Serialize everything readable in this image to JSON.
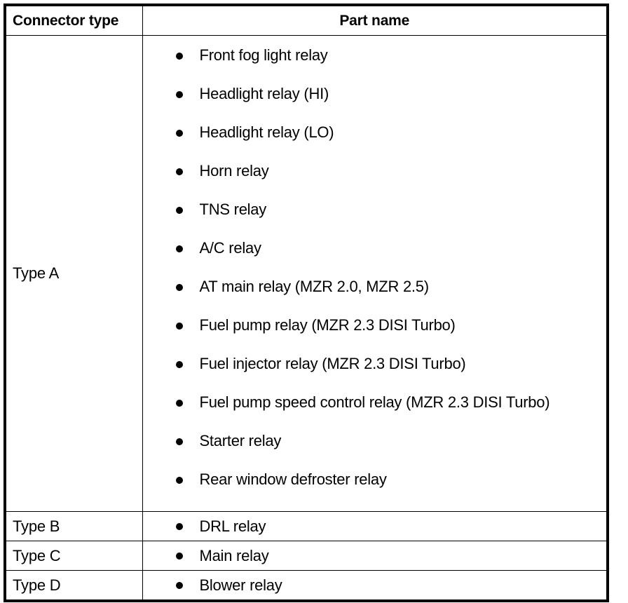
{
  "table": {
    "columns": [
      {
        "key": "connector_type",
        "header": "Connector type",
        "align": "left"
      },
      {
        "key": "part_name",
        "header": "Part name",
        "align": "center"
      }
    ],
    "bullet_glyph": "filled-round-bullet",
    "colors": {
      "text": "#000000",
      "background": "#ffffff",
      "border": "#000000"
    },
    "rows": [
      {
        "connector_type": "Type A",
        "parts": [
          "Front fog light relay",
          "Headlight relay (HI)",
          "Headlight relay (LO)",
          "Horn relay",
          "TNS relay",
          "A/C relay",
          "AT main relay (MZR 2.0, MZR 2.5)",
          "Fuel pump relay (MZR 2.3 DISI Turbo)",
          "Fuel injector relay (MZR 2.3 DISI Turbo)",
          "Fuel pump speed control relay (MZR 2.3 DISI Turbo)",
          "Starter relay",
          "Rear window defroster relay"
        ]
      },
      {
        "connector_type": "Type B",
        "parts": [
          "DRL relay"
        ]
      },
      {
        "connector_type": "Type C",
        "parts": [
          "Main relay"
        ]
      },
      {
        "connector_type": "Type D",
        "parts": [
          "Blower relay"
        ]
      }
    ]
  }
}
